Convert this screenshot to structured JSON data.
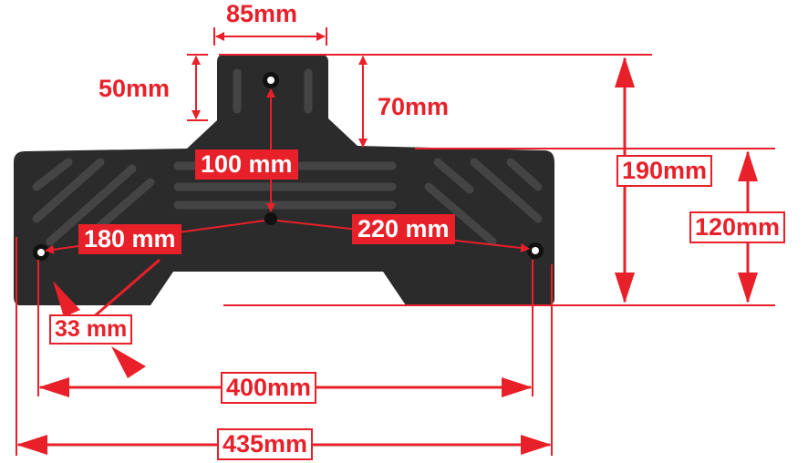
{
  "colors": {
    "accent": "#e8202a",
    "product": "#2b2b2b"
  },
  "dimensions": {
    "tab_width": "85mm",
    "tab_height": "50mm",
    "tab_offset": "70mm",
    "total_height": "190mm",
    "body_height": "120mm",
    "center_vertical": "100 mm",
    "left_diagonal": "180 mm",
    "right_diagonal": "220 mm",
    "hole_offset": "33 mm",
    "hole_spacing": "400mm",
    "total_width": "435mm"
  }
}
